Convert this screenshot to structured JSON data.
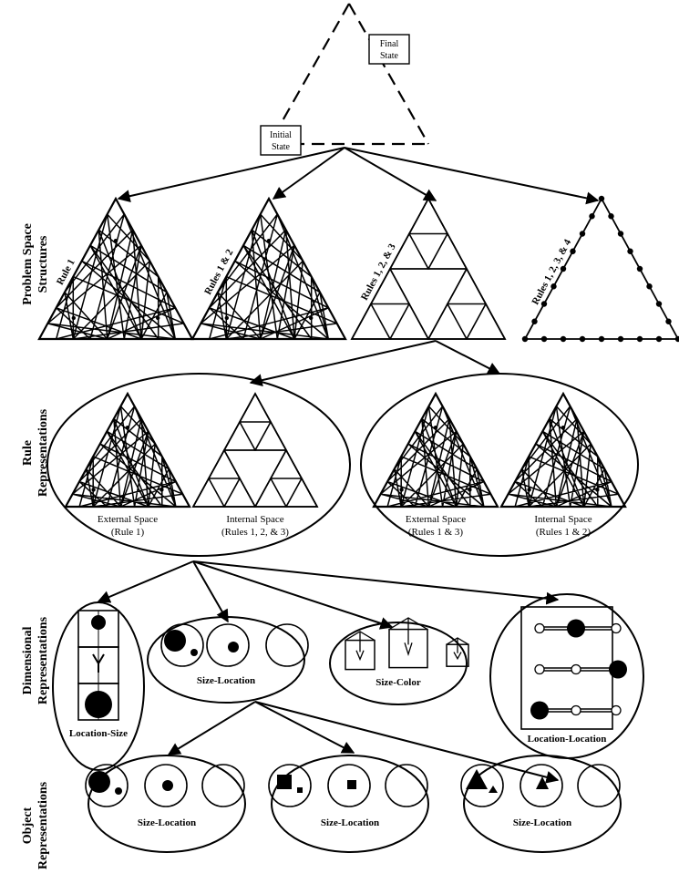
{
  "state_space": {
    "final_state": [
      "Final",
      "State"
    ],
    "initial_state": [
      "Initial",
      "State"
    ]
  },
  "row_labels": {
    "problem_space": [
      "Problem Space",
      "Structures"
    ],
    "rule": [
      "Rule",
      "Representations"
    ],
    "dimensional": [
      "Dimensional",
      "Representations"
    ],
    "object": [
      "Object",
      "Representations"
    ]
  },
  "problem_spaces": [
    {
      "label": "Rule 1",
      "style": "dense"
    },
    {
      "label": "Rules 1 & 2",
      "style": "dense"
    },
    {
      "label": "Rules 1, 2, & 3",
      "style": "sierpinski"
    },
    {
      "label": "Rules 1, 2, 3, & 4",
      "style": "dotted"
    }
  ],
  "rule_representations": [
    {
      "items": [
        {
          "style": "dense",
          "caption": [
            "External Space",
            "(Rule 1)"
          ]
        },
        {
          "style": "sierpinski",
          "caption": [
            "Internal Space",
            "(Rules 1, 2, & 3)"
          ]
        }
      ]
    },
    {
      "items": [
        {
          "style": "dense",
          "caption": [
            "External Space",
            "(Rules 1 & 3)"
          ]
        },
        {
          "style": "dense",
          "caption": [
            "Internal Space",
            "(Rules 1 & 2)"
          ]
        }
      ]
    }
  ],
  "dimensional_representations": [
    {
      "caption": "Location-Size",
      "style": "stacked-boxes"
    },
    {
      "caption": "Size-Location",
      "style": "circles"
    },
    {
      "caption": "Size-Color",
      "style": "cubes"
    },
    {
      "caption": "Location-Location",
      "style": "pegs"
    }
  ],
  "object_representations": [
    {
      "caption": "Size-Location",
      "shape": "circle"
    },
    {
      "caption": "Size-Location",
      "shape": "square"
    },
    {
      "caption": "Size-Location",
      "shape": "triangle"
    }
  ]
}
